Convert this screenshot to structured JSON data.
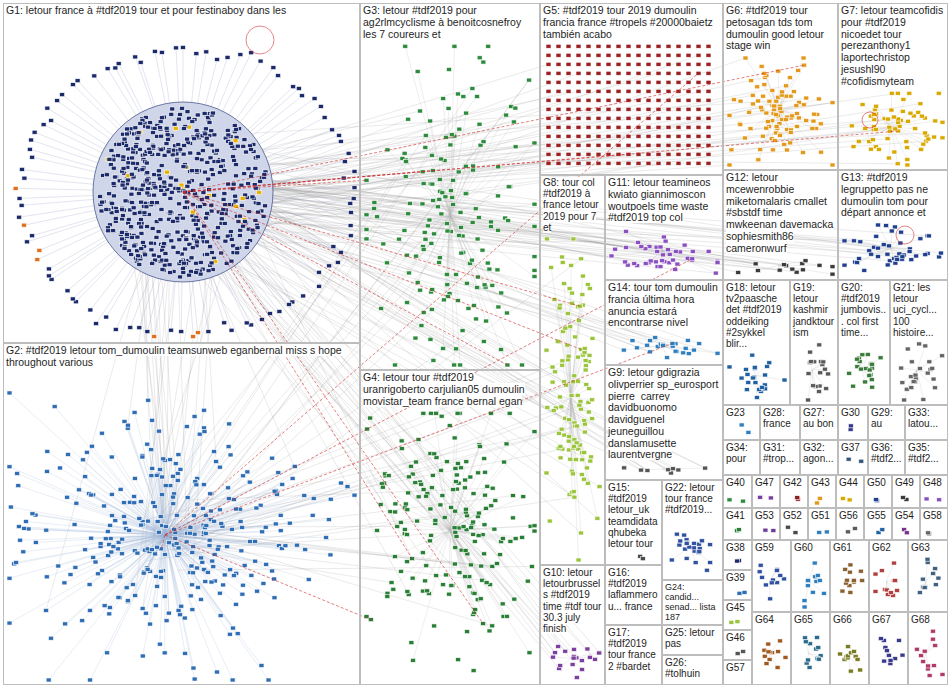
{
  "diagram": {
    "nodes": [
      {
        "text": [
          "G1: letour france à #tdf2019 tour et pour festinaboy dans les"
        ]
      },
      {
        "text": [
          "G2: #tdf2019 letour tom_dumoulin teamsunweb eganbernal miss s hope throughout various"
        ]
      },
      {
        "text": [
          "G3: letour #tdf2019 pour ag2rlmcyclisme à benoitcosnefroy les 7 coureurs et"
        ]
      },
      {
        "text": [
          "G4: letour tour #tdf2019 uranrigoberto carjulian05 dumoulin movistar_team france bernal egan"
        ]
      },
      {
        "text": [
          "G5: #tdf2019 tour 2019 dumoulin francia france #tropels #20000baietz también acabo"
        ]
      },
      {
        "text": [
          "G6: #tdf2019 tour petosagan tds tom dumoulin good letour stage win"
        ]
      },
      {
        "text": [
          "G7: letour teamcofidis pour #tdf2019 nicoedet tour perezanthony1 laportechristop jesushl90 #cofidismyteam"
        ]
      },
      {
        "text": [
          "G8: tour col #tdf2019 à france letour 2019 pour 7 et"
        ]
      },
      {
        "text": [
          "G9: letour gdigrazia olivperrier sp_eurosport pierre_carrey davidbuonomo davidguenel jeuneguillou danslamusette laurentvergne"
        ]
      },
      {
        "text": [
          "G10: letour letourbrussels #tdf2019 time #tdf tour 30.3 july finish"
        ]
      },
      {
        "text": [
          "G11: letour teamineos kwiato giannimoscon woutpoels time waste #tdf2019 top col"
        ]
      },
      {
        "text": [
          "G12: letour mcewenrobbie miketomalaris cmallet #sbstdf time mwkeenan davemacka sophiesmith86 cameronwurf"
        ]
      },
      {
        "text": [
          "G13: #tdf2019 legruppetto pas ne dumoulin tom pour départ annonce et"
        ]
      },
      {
        "text": [
          "G14: tour tom dumoulin francia última hora anuncia estará encontrarse nivel"
        ]
      },
      {
        "text": [
          "G15: #tdf2019 letour_uk teamdidata qhubeka letour tour"
        ]
      },
      {
        "text": [
          "G16: #tdf2019 laflammerou... france"
        ]
      },
      {
        "text": [
          "G17: #tdf2019 tour france 2 #bardet"
        ]
      },
      {
        "text": [
          "G18: letour tv2paasche det #tdf2019 oddeiking #2sykkel blir..."
        ]
      },
      {
        "text": [
          "G19: letour kashmir jandktourism"
        ]
      },
      {
        "text": [
          "G20: #tdf2019 jumbovis... col first time..."
        ]
      },
      {
        "text": [
          "G21: les letour uci_cycl... 100 histoire..."
        ]
      },
      {
        "text": [
          "G22: letour tour france #tdf2019..."
        ]
      },
      {
        "text": [
          "G23"
        ]
      },
      {
        "text": [
          "G24: candid... senad... lista 187"
        ]
      },
      {
        "text": [
          "G25: letour pas"
        ]
      },
      {
        "text": [
          "G26: #tolhuin"
        ]
      },
      {
        "text": [
          "G27: au bon"
        ]
      },
      {
        "text": [
          "G28: france"
        ]
      },
      {
        "text": [
          "G29: au"
        ]
      },
      {
        "text": [
          "G30"
        ]
      },
      {
        "text": [
          "G31: #trop..."
        ]
      },
      {
        "text": [
          "G32: agon..."
        ]
      },
      {
        "text": [
          "G33: latou..."
        ]
      },
      {
        "text": [
          "G34: pour"
        ]
      },
      {
        "text": [
          "G35: #tdf2..."
        ]
      },
      {
        "text": [
          "G36: #tdf2..."
        ]
      },
      {
        "text": [
          "G37"
        ]
      },
      {
        "text": [
          "G38"
        ]
      },
      {
        "text": [
          "G39"
        ]
      },
      {
        "text": [
          "G40"
        ]
      },
      {
        "text": [
          "G41"
        ]
      },
      {
        "text": [
          "G42"
        ]
      },
      {
        "text": [
          "G43"
        ]
      },
      {
        "text": [
          "G44"
        ]
      },
      {
        "text": [
          "G45"
        ]
      },
      {
        "text": [
          "G46"
        ]
      },
      {
        "text": [
          "G47"
        ]
      },
      {
        "text": [
          "G48"
        ]
      },
      {
        "text": [
          "G49"
        ]
      },
      {
        "text": [
          "G50"
        ]
      },
      {
        "text": [
          "G51"
        ]
      },
      {
        "text": [
          "G52"
        ]
      },
      {
        "text": [
          "G53"
        ]
      },
      {
        "text": [
          "G54"
        ]
      },
      {
        "text": [
          "G55"
        ]
      },
      {
        "text": [
          "G56"
        ]
      },
      {
        "text": [
          "G57"
        ]
      },
      {
        "text": [
          "G58"
        ]
      },
      {
        "text": [
          "G59"
        ]
      },
      {
        "text": [
          "G60"
        ]
      },
      {
        "text": [
          "G61"
        ]
      },
      {
        "text": [
          "G62"
        ]
      },
      {
        "text": [
          "G63"
        ]
      },
      {
        "text": [
          "G64"
        ]
      },
      {
        "text": [
          "G65"
        ]
      },
      {
        "text": [
          "G66"
        ]
      },
      {
        "text": [
          "G67"
        ]
      },
      {
        "text": [
          "G68"
        ]
      }
    ]
  }
}
